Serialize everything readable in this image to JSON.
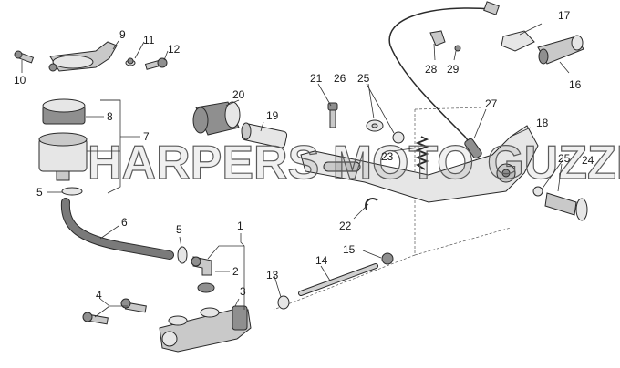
{
  "watermark": "HARPERS MOTO GUZZI",
  "callouts": [
    {
      "id": "1",
      "text": "1"
    },
    {
      "id": "2",
      "text": "2"
    },
    {
      "id": "3",
      "text": "3"
    },
    {
      "id": "4",
      "text": "4"
    },
    {
      "id": "5a",
      "text": "5"
    },
    {
      "id": "5b",
      "text": "5"
    },
    {
      "id": "6",
      "text": "6"
    },
    {
      "id": "7",
      "text": "7"
    },
    {
      "id": "8",
      "text": "8"
    },
    {
      "id": "9",
      "text": "9"
    },
    {
      "id": "10",
      "text": "10"
    },
    {
      "id": "11",
      "text": "11"
    },
    {
      "id": "12",
      "text": "12"
    },
    {
      "id": "13",
      "text": "13"
    },
    {
      "id": "14",
      "text": "14"
    },
    {
      "id": "15",
      "text": "15"
    },
    {
      "id": "16",
      "text": "16"
    },
    {
      "id": "17",
      "text": "17"
    },
    {
      "id": "18",
      "text": "18"
    },
    {
      "id": "19",
      "text": "19"
    },
    {
      "id": "20",
      "text": "20"
    },
    {
      "id": "21",
      "text": "21"
    },
    {
      "id": "22",
      "text": "22"
    },
    {
      "id": "23",
      "text": "23"
    },
    {
      "id": "24",
      "text": "24"
    },
    {
      "id": "25a",
      "text": "25"
    },
    {
      "id": "25b",
      "text": "25"
    },
    {
      "id": "26",
      "text": "26"
    },
    {
      "id": "27",
      "text": "27"
    },
    {
      "id": "28",
      "text": "28"
    },
    {
      "id": "29",
      "text": "29"
    }
  ]
}
